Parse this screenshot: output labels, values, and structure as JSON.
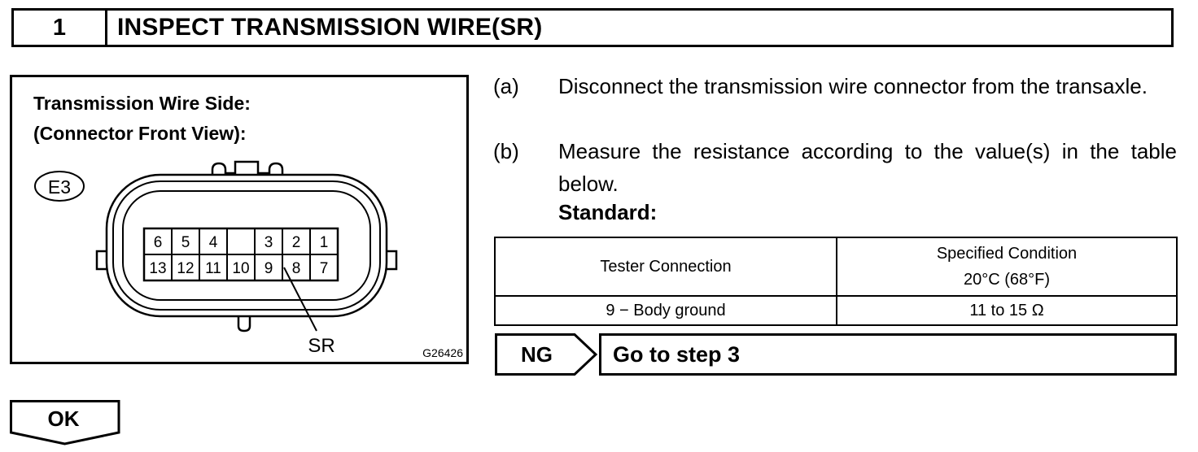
{
  "step": {
    "number": "1",
    "title": "INSPECT TRANSMISSION WIRE(SR)"
  },
  "figure": {
    "title_line1": "Transmission Wire Side:",
    "title_line2": "(Connector Front View):",
    "connector_id": "E3",
    "pins_top": [
      "6",
      "5",
      "4",
      "3",
      "2",
      "1"
    ],
    "pins_bottom": [
      "13",
      "12",
      "11",
      "10",
      "9",
      "8",
      "7"
    ],
    "terminal_label": "SR",
    "figure_code": "G26426"
  },
  "instructions": [
    {
      "label": "(a)",
      "text": "Disconnect the transmission wire connector from the transaxle."
    },
    {
      "label": "(b)",
      "text": "Measure the resistance according to the value(s) in the table below."
    }
  ],
  "standard_label": "Standard:",
  "table": {
    "headers": [
      "Tester Connection",
      "Specified Condition",
      "20°C (68°F)"
    ],
    "rows": [
      {
        "connection": "9 − Body ground",
        "condition": "11 to 15 Ω"
      }
    ]
  },
  "ng": {
    "label": "NG",
    "result": "Go to step 3"
  },
  "ok": {
    "label": "OK"
  }
}
